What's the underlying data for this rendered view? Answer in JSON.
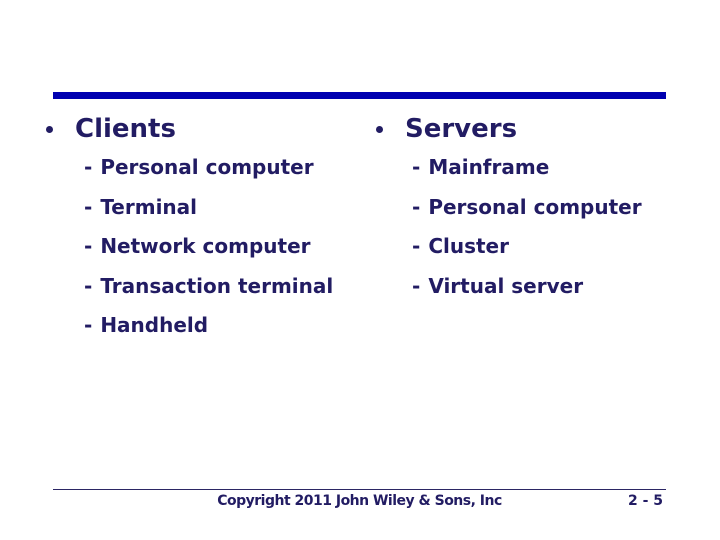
{
  "slide": {
    "background_color": "#ffffff",
    "accent_bar_color": "#0000b0",
    "text_color": "#221c63",
    "bullet_glyph": "•",
    "item_dash": "-",
    "columns": [
      {
        "heading": "Clients",
        "items": [
          "Personal computer",
          "Terminal",
          "Network computer",
          "Transaction terminal",
          "Handheld"
        ]
      },
      {
        "heading": "Servers",
        "items": [
          "Mainframe",
          "Personal computer",
          "Cluster",
          "Virtual server"
        ]
      }
    ],
    "footer": {
      "copyright": "Copyright 2011 John Wiley & Sons, Inc",
      "page_number": "2 - 5"
    }
  }
}
